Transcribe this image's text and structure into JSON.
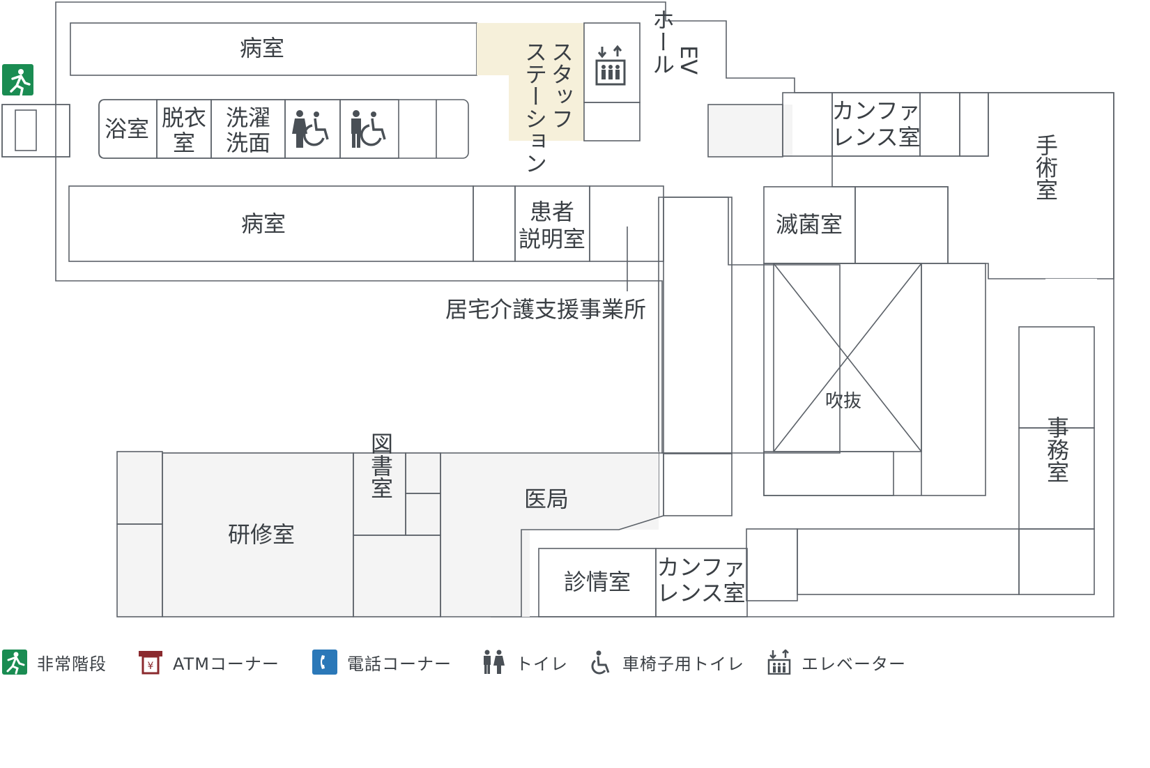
{
  "colors": {
    "ward": "#bfe0df",
    "bath": "#b5daf0",
    "staff": "#f6f0da",
    "elevator": "#d8c6dd",
    "admin": "#d9ddf0",
    "conference": "#d2e3cc",
    "corridor": "#f4f4f4",
    "wall": "#5b6168",
    "exit_green": "#1a8c52",
    "atm_red": "#8b2a2e",
    "phone_blue": "#2b78b8",
    "icon_gray": "#4a5056"
  },
  "rooms": {
    "ward_top": "病室",
    "ward_bottom": "病室",
    "bath": "浴室",
    "dressing": [
      "脱衣",
      "室"
    ],
    "laundry": [
      "洗濯",
      "洗面"
    ],
    "staff_station": "スタッフステーション",
    "ev_hall": [
      "EV",
      "ホール"
    ],
    "patient_explanation": [
      "患者",
      "説明室"
    ],
    "home_care_office": "居宅介護支援事業所",
    "conference_top": [
      "カンファ",
      "レンス室"
    ],
    "surgery": "手術室",
    "sterilization": "滅菌室",
    "atrium": "吹抜",
    "office": "事務室",
    "training": "研修室",
    "library": "図書室",
    "medical_office": "医局",
    "consultation": "診情室",
    "conference_bottom": [
      "カンファ",
      "レンス室"
    ]
  },
  "icons": {
    "exit": "emergency-exit-icon",
    "elevator": "elevator-icon",
    "toilet_female_accessible": "female-toilet-wheelchair-icon",
    "toilet_male_accessible": "male-toilet-wheelchair-icon"
  },
  "legend": [
    {
      "icon": "emergency-exit-icon",
      "label": "非常階段"
    },
    {
      "icon": "atm-icon",
      "label": "ATMコーナー"
    },
    {
      "icon": "phone-icon",
      "label": "電話コーナー"
    },
    {
      "icon": "toilet-icon",
      "label": "トイレ"
    },
    {
      "icon": "wheelchair-icon",
      "label": "車椅子用トイレ"
    },
    {
      "icon": "elevator-icon",
      "label": "エレベーター"
    }
  ]
}
